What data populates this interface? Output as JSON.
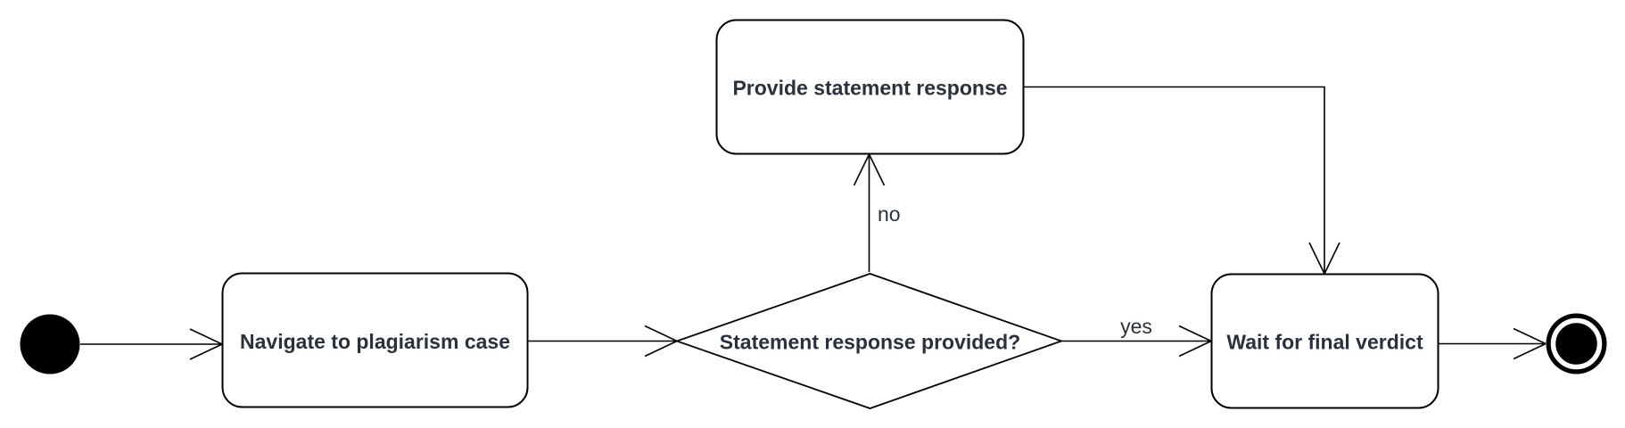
{
  "diagram": {
    "type": "uml-activity-diagram",
    "colors": {
      "background": "#ffffff",
      "stroke": "#000000",
      "text": "#2b313b",
      "node_fill": "#ffffff"
    },
    "nodes": [
      {
        "id": "start",
        "kind": "initial-node",
        "label": ""
      },
      {
        "id": "navigate",
        "kind": "action",
        "label": "Navigate to plagiarism case"
      },
      {
        "id": "decision",
        "kind": "decision",
        "label": "Statement response provided?"
      },
      {
        "id": "provide",
        "kind": "action",
        "label": "Provide statement response"
      },
      {
        "id": "wait",
        "kind": "action",
        "label": "Wait for final verdict"
      },
      {
        "id": "end",
        "kind": "final-node",
        "label": ""
      }
    ],
    "edges": [
      {
        "id": "e1",
        "from": "start",
        "to": "navigate",
        "label": ""
      },
      {
        "id": "e2",
        "from": "navigate",
        "to": "decision",
        "label": ""
      },
      {
        "id": "e3",
        "from": "decision",
        "to": "wait",
        "label": "yes"
      },
      {
        "id": "e4",
        "from": "decision",
        "to": "provide",
        "label": "no"
      },
      {
        "id": "e5",
        "from": "provide",
        "to": "wait",
        "label": ""
      },
      {
        "id": "e6",
        "from": "wait",
        "to": "end",
        "label": ""
      }
    ]
  }
}
